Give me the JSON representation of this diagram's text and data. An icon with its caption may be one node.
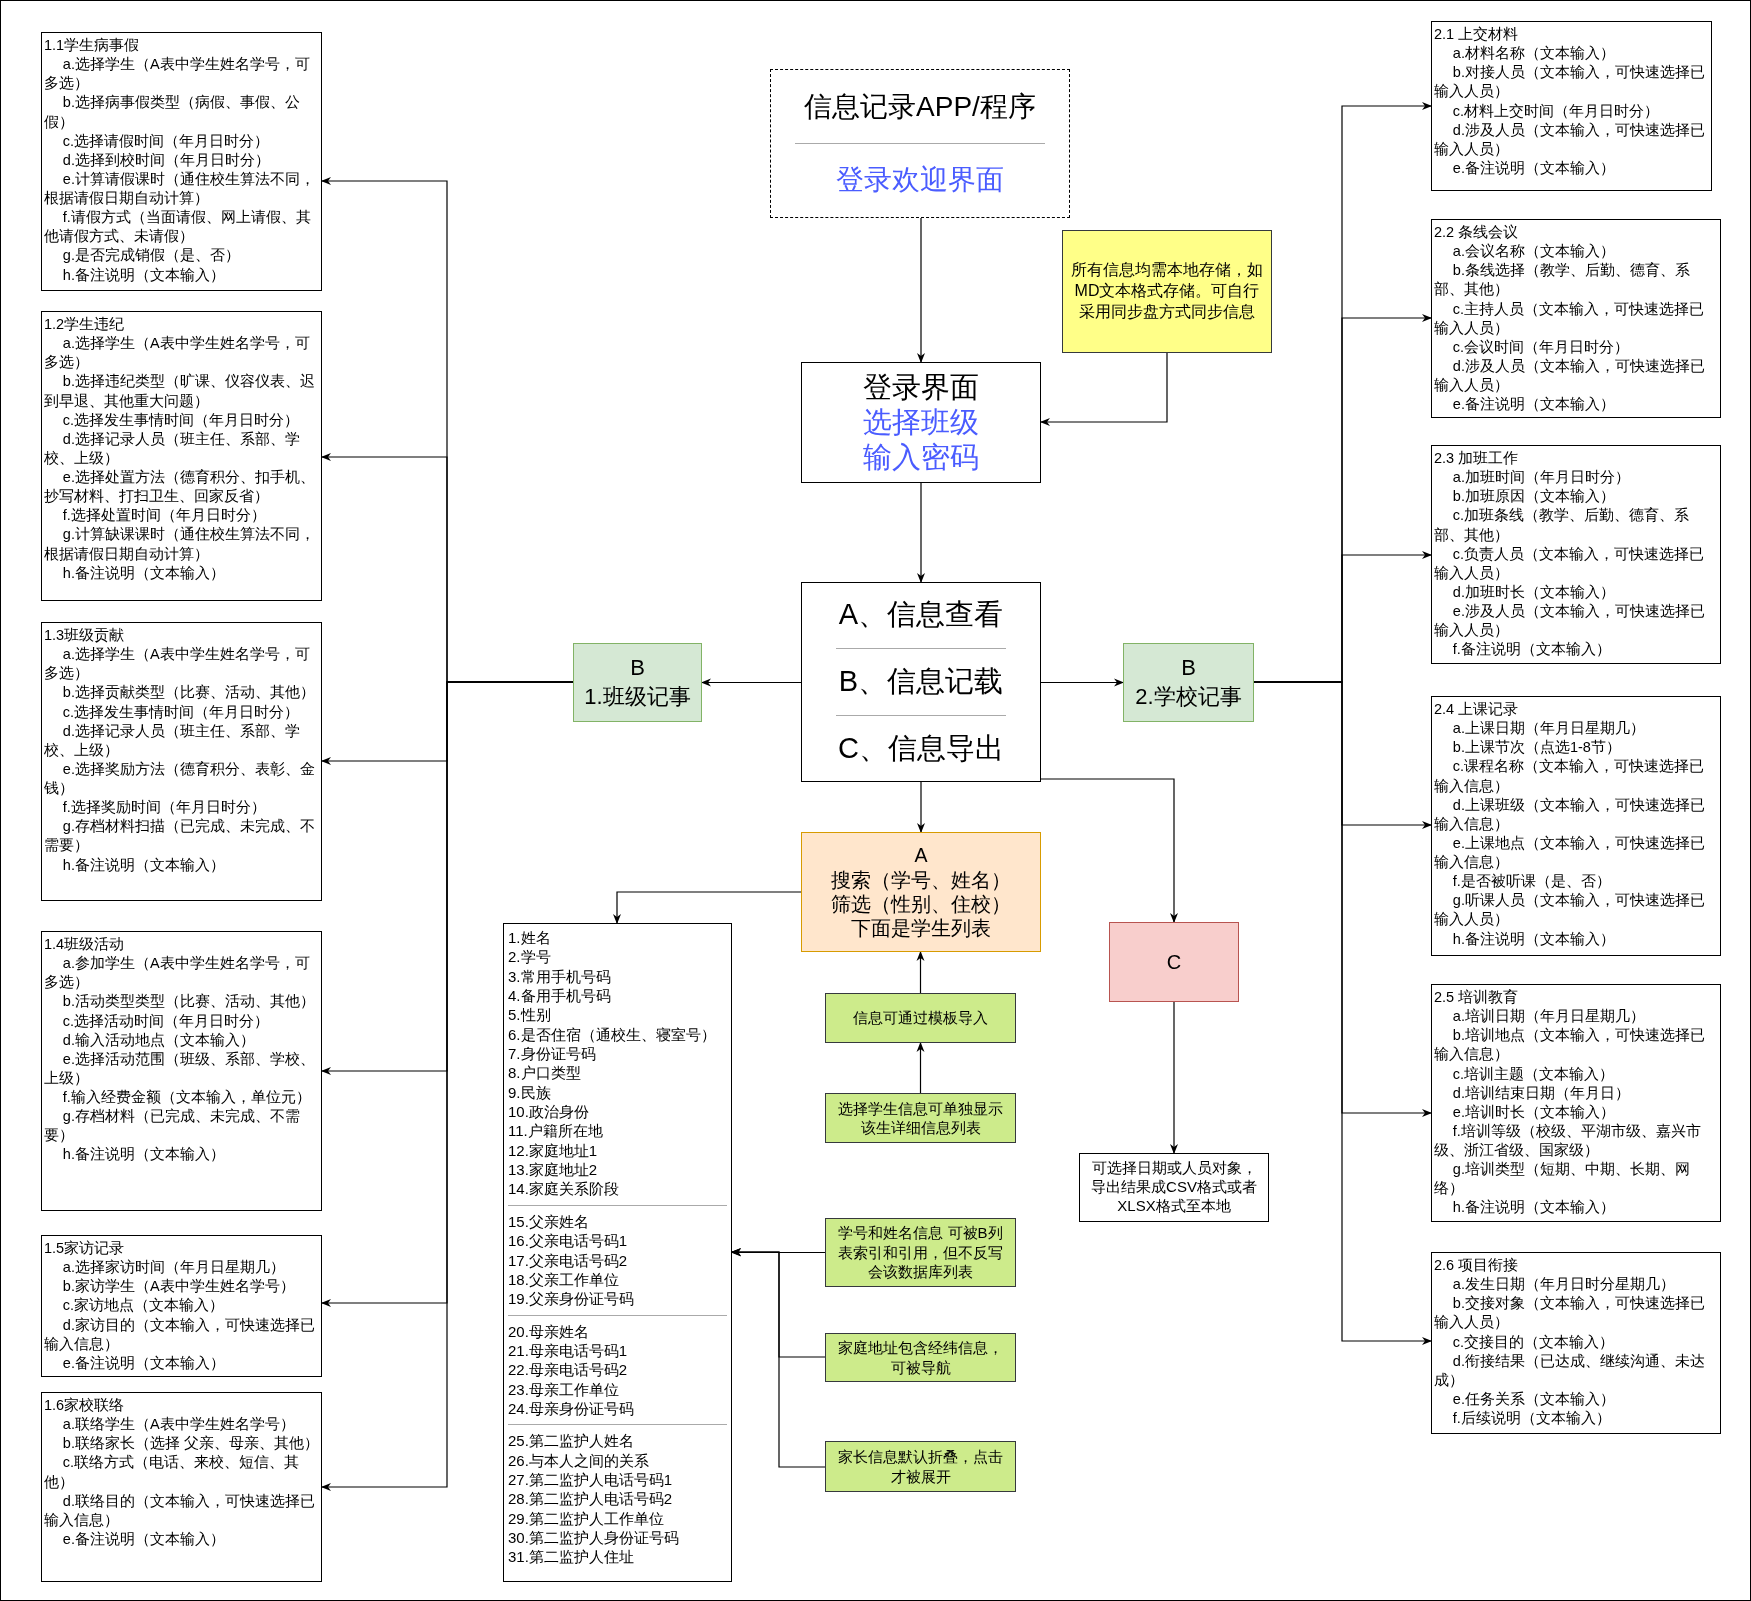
{
  "diagram": {
    "nodes": [
      {
        "text": [
          "信息记录APP/程序",
          "登录欢迎界面"
        ]
      },
      {
        "text": [
          "所有信息均需本地存储，如MD文本格式存储。可自行采用同步盘方式同步信息"
        ]
      },
      {
        "text": [
          "登录界面",
          "选择班级",
          "输入密码"
        ]
      },
      {
        "text": [
          "A、信息查看",
          "B、信息记载",
          "C、信息导出"
        ]
      },
      {
        "text": [
          "B",
          "1.班级记事"
        ]
      },
      {
        "text": [
          "B",
          "2.学校记事"
        ]
      },
      {
        "text": [
          "A",
          "搜索（学号、姓名）",
          "筛选（性别、住校）",
          "下面是学生列表"
        ]
      },
      {
        "text": [
          "C"
        ]
      },
      {
        "text": [
          "可选择日期或人员对象，导出结果成CSV格式或者XLSX格式至本地"
        ]
      },
      {
        "text": [
          "1.姓名",
          "2.学号",
          "3.常用手机号码",
          "4.备用手机号码",
          "5.性别",
          "6.是否住宿（通校生、寝室号）",
          "7.身份证号码",
          "8.户口类型",
          "9.民族",
          "10.政治身份",
          "11.户籍所在地",
          "12.家庭地址1",
          "13.家庭地址2",
          "14.家庭关系阶段",
          "15.父亲姓名",
          "16.父亲电话号码1",
          "17.父亲电话号码2",
          "18.父亲工作单位",
          "19.父亲身份证号码",
          "20.母亲姓名",
          "21.母亲电话号码1",
          "22.母亲电话号码2",
          "23.母亲工作单位",
          "24.母亲身份证号码",
          "25.第二监护人姓名",
          "26.与本人之间的关系",
          "27.第二监护人电话号码1",
          "28.第二监护人电话号码2",
          "29.第二监护人工作单位",
          "30.第二监护人身份证号码",
          "31.第二监护人住址"
        ]
      },
      {
        "text": [
          "信息可通过模板导入"
        ]
      },
      {
        "text": [
          "选择学生信息可单独显示该生详细信息列表"
        ]
      },
      {
        "text": [
          "学号和姓名信息 可被B列表索引和引用，但不反写会该数据库列表"
        ]
      },
      {
        "text": [
          "家庭地址包含经纬信息，可被导航"
        ]
      },
      {
        "text": [
          "家长信息默认折叠，点击才被展开"
        ]
      },
      {
        "text": [
          "1.1学生病事假",
          "a.选择学生（A表中学生姓名学号，可多选）",
          "b.选择病事假类型（病假、事假、公假）",
          "c.选择请假时间（年月日时分）",
          "d.选择到校时间（年月日时分）",
          "e.计算请假课时（通住校生算法不同，根据请假日期自动计算）",
          "f.请假方式（当面请假、网上请假、其他请假方式、未请假）",
          "g.是否完成销假（是、否）",
          "h.备注说明（文本输入）"
        ]
      },
      {
        "text": [
          "1.2学生违纪",
          "a.选择学生（A表中学生姓名学号，可多选）",
          "b.选择违纪类型（旷课、仪容仪表、迟到早退、其他重大问题）",
          "c.选择发生事情时间（年月日时分）",
          "d.选择记录人员（班主任、系部、学校、上级）",
          "e.选择处置方法（德育积分、扣手机、抄写材料、打扫卫生、回家反省）",
          "f.选择处置时间（年月日时分）",
          "g.计算缺课课时（通住校生算法不同，根据请假日期自动计算）",
          "h.备注说明（文本输入）"
        ]
      },
      {
        "text": [
          "1.3班级贡献",
          "a.选择学生（A表中学生姓名学号，可多选）",
          "b.选择贡献类型（比赛、活动、其他）",
          "c.选择发生事情时间（年月日时分）",
          "d.选择记录人员（班主任、系部、学校、上级）",
          "e.选择奖励方法（德育积分、表彰、金钱）",
          "f.选择奖励时间（年月日时分）",
          "g.存档材料扫描（已完成、未完成、不需要）",
          "h.备注说明（文本输入）"
        ]
      },
      {
        "text": [
          "1.4班级活动",
          "a.参加学生（A表中学生姓名学号，可多选）",
          "b.活动类型类型（比赛、活动、其他）",
          "c.选择活动时间（年月日时分）",
          "d.输入活动地点（文本输入）",
          "e.选择活动范围（班级、系部、学校、上级）",
          "f.输入经费金额（文本输入，单位元）",
          "g.存档材料（已完成、未完成、不需要）",
          "h.备注说明（文本输入）"
        ]
      },
      {
        "text": [
          "1.5家访记录",
          "a.选择家访时间（年月日星期几）",
          "b.家访学生（A表中学生姓名学号）",
          "c.家访地点（文本输入）",
          "d.家访目的（文本输入，可快速选择已输入信息）",
          "e.备注说明（文本输入）"
        ]
      },
      {
        "text": [
          "1.6家校联络",
          "a.联络学生（A表中学生姓名学号）",
          "b.联络家长（选择 父亲、母亲、其他）",
          "c.联络方式（电话、来校、短信、其他）",
          "d.联络目的（文本输入，可快速选择已输入信息）",
          "e.备注说明（文本输入）"
        ]
      },
      {
        "text": [
          "2.1 上交材料",
          "a.材料名称（文本输入）",
          "b.对接人员（文本输入，可快速选择已输入人员）",
          "c.材料上交时间（年月日时分）",
          "d.涉及人员（文本输入，可快速选择已输入人员）",
          "e.备注说明（文本输入）"
        ]
      },
      {
        "text": [
          "2.2 条线会议",
          "a.会议名称（文本输入）",
          "b.条线选择（教学、后勤、德育、系部、其他）",
          "c.主持人员（文本输入，可快速选择已输入人员）",
          "c.会议时间（年月日时分）",
          "d.涉及人员（文本输入，可快速选择已输入人员）",
          "e.备注说明（文本输入）"
        ]
      },
      {
        "text": [
          "2.3 加班工作",
          "a.加班时间（年月日时分）",
          "b.加班原因（文本输入）",
          "c.加班条线（教学、后勤、德育、系部、其他）",
          "c.负责人员（文本输入，可快速选择已输入人员）",
          "d.加班时长（文本输入）",
          "e.涉及人员（文本输入，可快速选择已输入人员）",
          "f.备注说明（文本输入）"
        ]
      },
      {
        "text": [
          "2.4 上课记录",
          "a.上课日期（年月日星期几）",
          "b.上课节次（点选1-8节）",
          "c.课程名称（文本输入，可快速选择已输入信息）",
          "d.上课班级（文本输入，可快速选择已输入信息）",
          "e.上课地点（文本输入，可快速选择已输入信息）",
          "f.是否被听课（是、否）",
          "g.听课人员（文本输入，可快速选择已输入人员）",
          "h.备注说明（文本输入）"
        ]
      },
      {
        "text": [
          "2.5 培训教育",
          "a.培训日期（年月日星期几）",
          "b.培训地点（文本输入，可快速选择已输入信息）",
          "c.培训主题（文本输入）",
          "d.培训结束日期（年月日）",
          "e.培训时长（文本输入）",
          "f.培训等级（校级、平湖市级、嘉兴市级、浙江省级、国家级）",
          "g.培训类型（短期、中期、长期、网络）",
          "h.备注说明（文本输入）"
        ]
      },
      {
        "text": [
          "2.6 项目衔接",
          "a.发生日期（年月日时分星期几）",
          "b.交接对象（文本输入，可快速选择已输入人员）",
          "c.交接目的（文本输入）",
          "d.衔接结果（已达成、继续沟通、未达成）",
          "e.任务关系（文本输入）",
          "f.后续说明（文本输入）"
        ]
      }
    ],
    "edges": [
      {
        "from": 0,
        "to": 2,
        "arrow": "to"
      },
      {
        "from": 1,
        "to": 2,
        "arrow": "to"
      },
      {
        "from": 2,
        "to": 3,
        "arrow": "to"
      },
      {
        "from": 3,
        "to": 4,
        "arrow": "to"
      },
      {
        "from": 3,
        "to": 5,
        "arrow": "to"
      },
      {
        "from": 3,
        "to": 6,
        "arrow": "to"
      },
      {
        "from": 3,
        "to": 7,
        "arrow": "to"
      },
      {
        "from": 6,
        "to": 9,
        "arrow": "to"
      },
      {
        "from": 10,
        "to": 6,
        "arrow": "to"
      },
      {
        "from": 11,
        "to": 10,
        "arrow": "to"
      },
      {
        "from": 7,
        "to": 8,
        "arrow": "to"
      },
      {
        "from": 12,
        "to": 9,
        "arrow": "to"
      },
      {
        "from": 13,
        "to": 9,
        "arrow": "to"
      },
      {
        "from": 14,
        "to": 9,
        "arrow": "to"
      },
      {
        "from": 4,
        "to": 15,
        "arrow": "to"
      },
      {
        "from": 4,
        "to": 16,
        "arrow": "to"
      },
      {
        "from": 4,
        "to": 17,
        "arrow": "to"
      },
      {
        "from": 4,
        "to": 18,
        "arrow": "to"
      },
      {
        "from": 4,
        "to": 19,
        "arrow": "to"
      },
      {
        "from": 4,
        "to": 20,
        "arrow": "to"
      },
      {
        "from": 5,
        "to": 21,
        "arrow": "to"
      },
      {
        "from": 5,
        "to": 22,
        "arrow": "to"
      },
      {
        "from": 5,
        "to": 23,
        "arrow": "to"
      },
      {
        "from": 5,
        "to": 24,
        "arrow": "to"
      },
      {
        "from": 5,
        "to": 25,
        "arrow": "to"
      },
      {
        "from": 5,
        "to": 26,
        "arrow": "to"
      }
    ]
  }
}
